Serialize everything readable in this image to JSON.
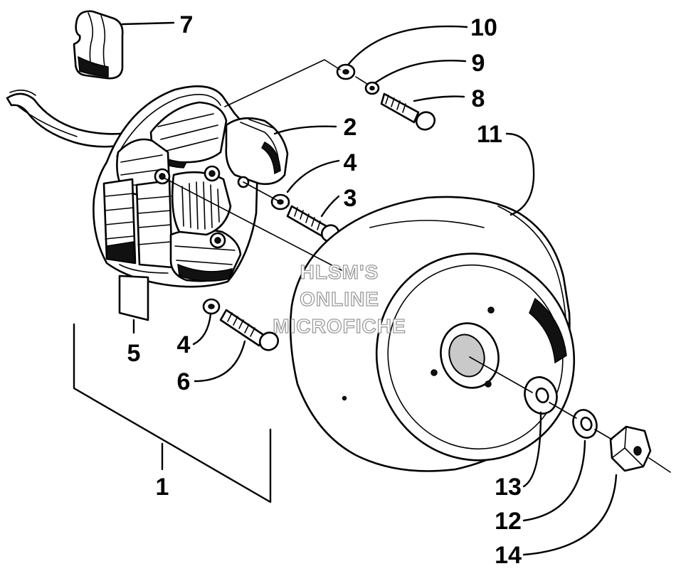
{
  "callouts": {
    "c1": "1",
    "c2": "2",
    "c3": "3",
    "c4a": "4",
    "c4b": "4",
    "c5": "5",
    "c6": "6",
    "c7": "7",
    "c8": "8",
    "c9": "9",
    "c10": "10",
    "c11": "11",
    "c12": "12",
    "c13": "13",
    "c14": "14"
  },
  "watermark": {
    "line1": "HLSM'S",
    "line2": "ONLINE",
    "line3": "MICROFICHE"
  }
}
